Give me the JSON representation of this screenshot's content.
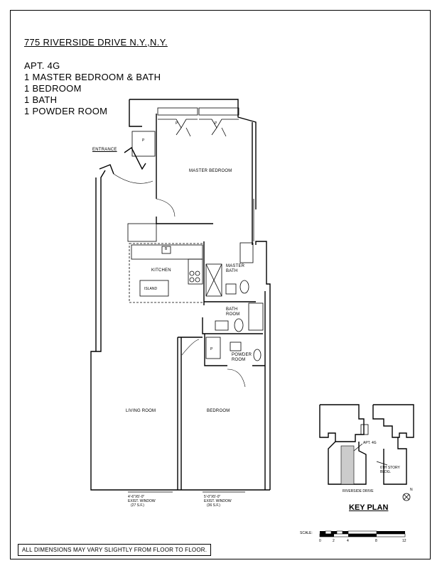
{
  "header": {
    "address": "775 RIVERSIDE DRIVE N.Y.,N.Y.",
    "apt": "APT. 4G",
    "lines": [
      "1 MASTER BEDROOM  & BATH",
      "1 BEDROOM",
      "1 BATH",
      "1 POWDER ROOM"
    ]
  },
  "rooms": {
    "entrance": "ENTRANCE",
    "master_bedroom": "MASTER BEDROOM",
    "kitchen": "KITCHEN",
    "island": "ISLAND",
    "master_bath_1": "MASTER",
    "master_bath_2": "BATH",
    "bath_1": "BATH",
    "bath_2": "ROOM",
    "powder_1": "POWDER",
    "powder_2": "ROOM",
    "living_room": "LIVING ROOM",
    "bedroom": "BEDROOM",
    "closet_mark": "P",
    "closet_mark_2": "P",
    "closet_mark_3": "P",
    "closet_mark_4": "P",
    "kitchen_mark": "B"
  },
  "windows": {
    "left_1": "4'-6\"X5'-0\"",
    "left_2": "EXIST. WINDOW",
    "left_3": "(27 S.F.)",
    "right_1": "5'-0\"X5'-0\"",
    "right_2": "EXIST. WINDOW",
    "right_3": "(36 S.F.)"
  },
  "key_plan": {
    "title": "KEY PLAN",
    "apt_label": "APT. 4G",
    "story_1": "6TH STORY",
    "story_2": "BLDG.",
    "street": "RIVERSIDE DRIVE",
    "north": "N"
  },
  "scale": {
    "label": "SCALE:",
    "ticks": [
      "0",
      "2",
      "4",
      "8",
      "12"
    ]
  },
  "footer": {
    "note": "ALL DIMENSIONS MAY VARY SLIGHTLY FROM FLOOR TO FLOOR."
  }
}
